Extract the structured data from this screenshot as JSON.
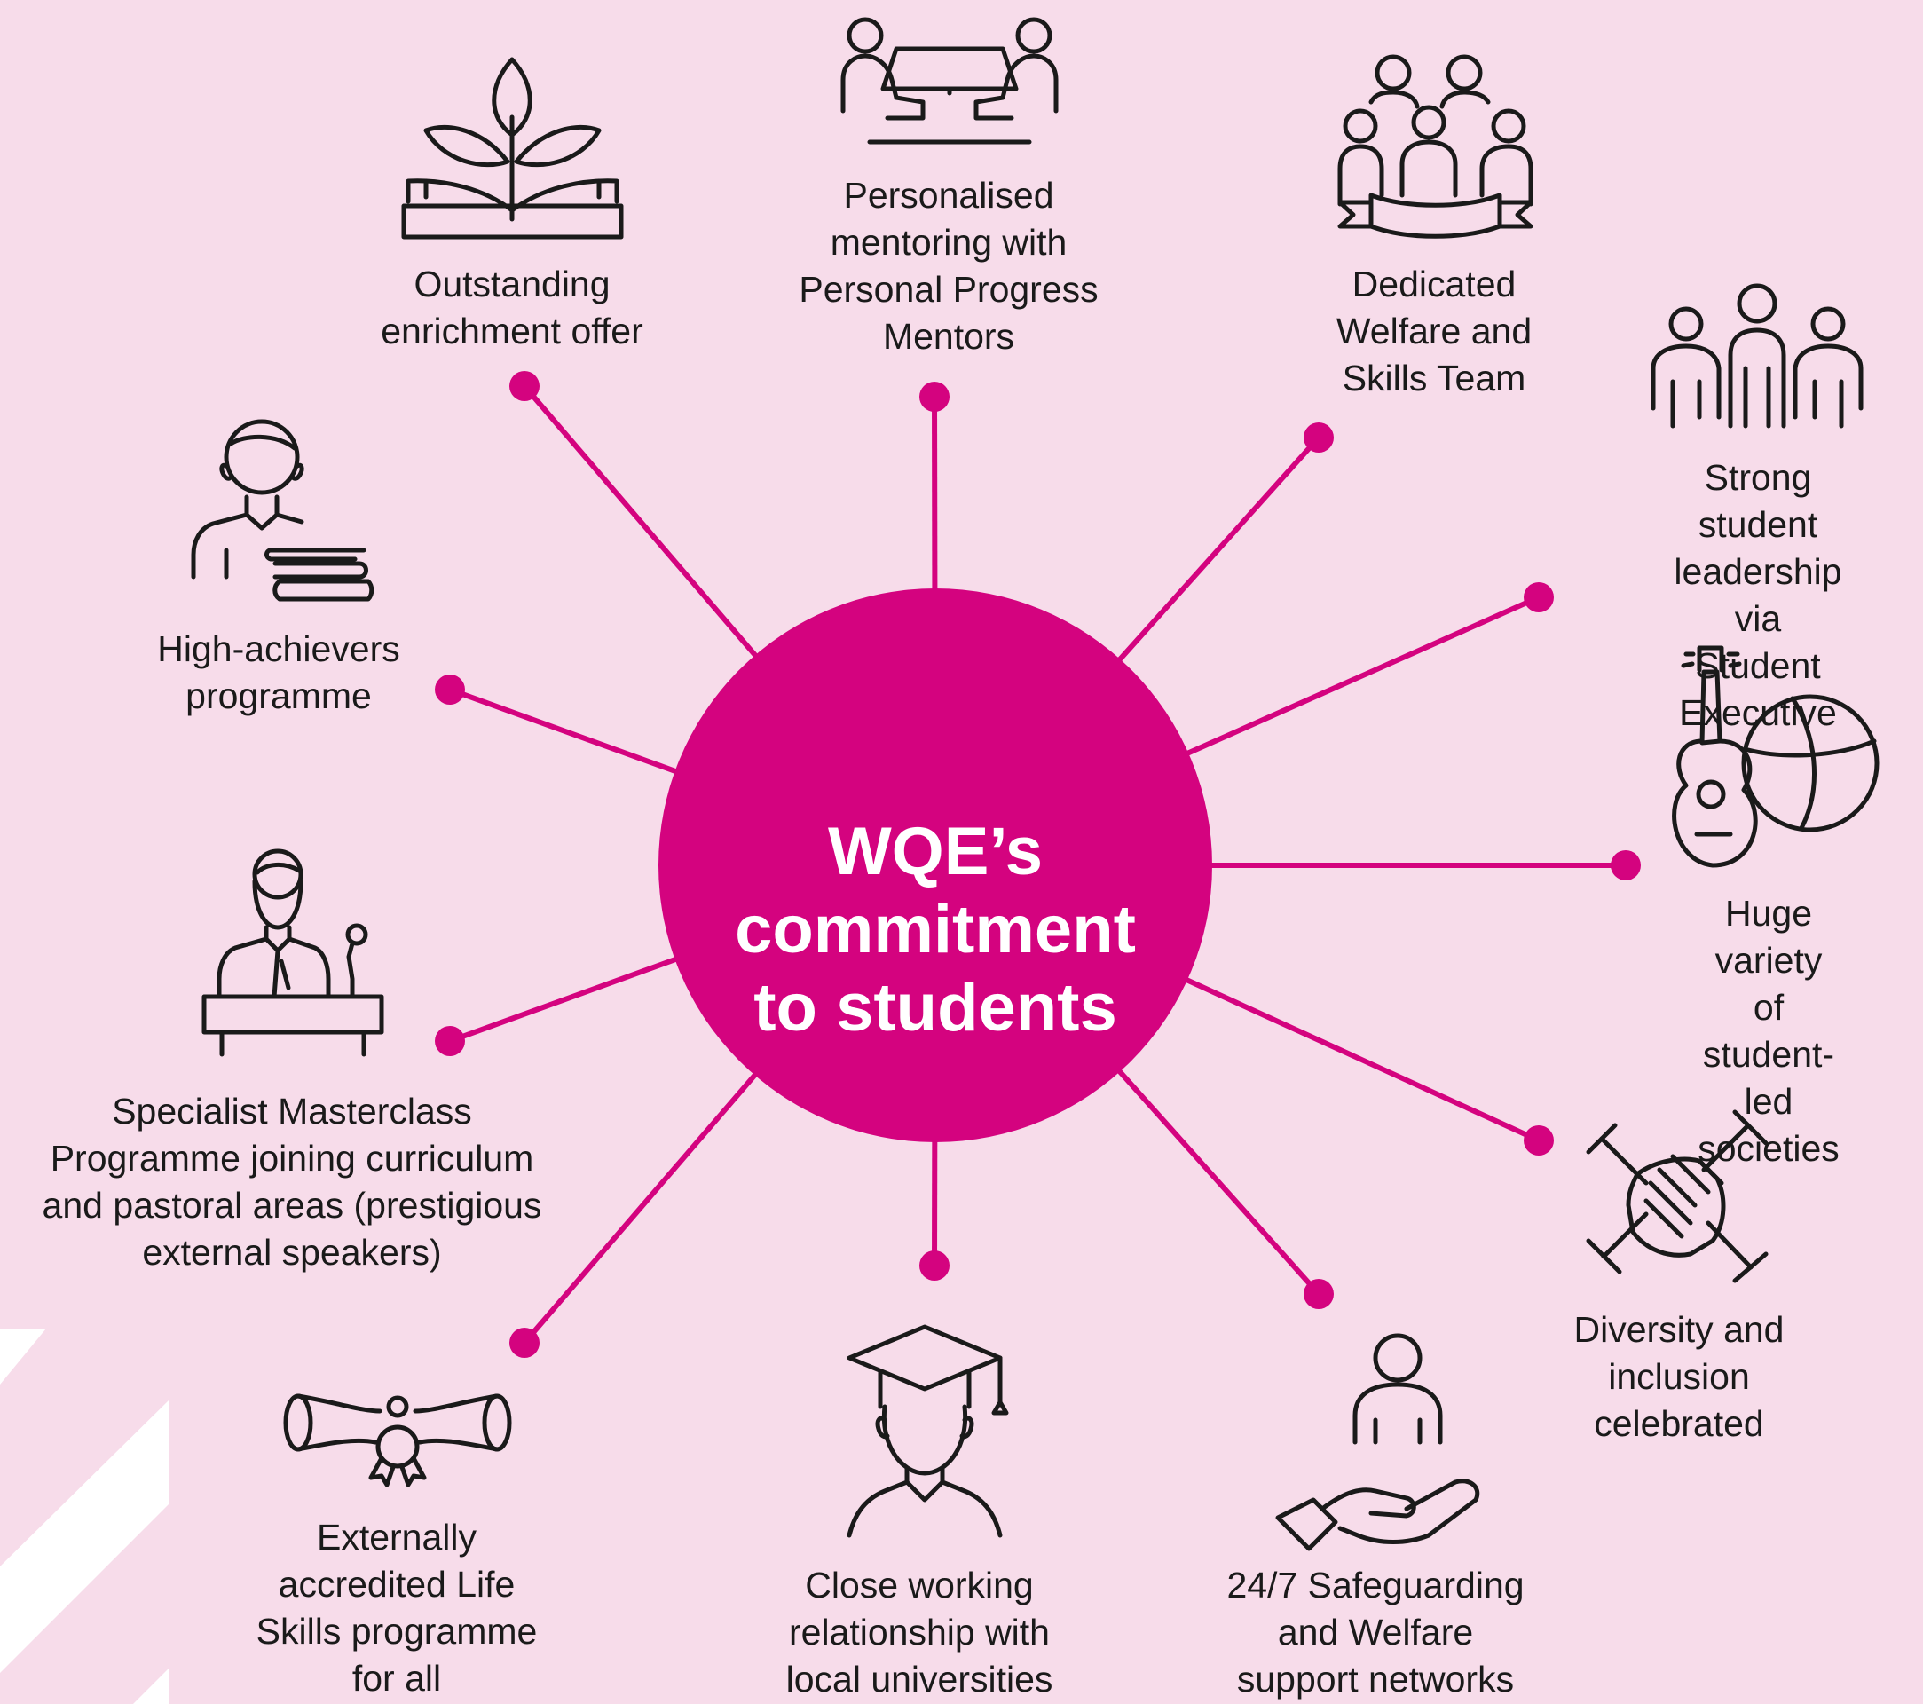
{
  "colors": {
    "background": "#f7dcea",
    "accent": "#d4037f",
    "text": "#1a1a1a",
    "center_text": "#ffffff"
  },
  "center": {
    "title": "WQE’s\ncommitment\nto students"
  },
  "items": [
    {
      "id": "enrichment",
      "icon": "plant-book-icon",
      "label": "Outstanding\nenrichment offer"
    },
    {
      "id": "mentoring",
      "icon": "meeting-table-icon",
      "label": "Personalised\nmentoring with\nPersonal Progress\nMentors"
    },
    {
      "id": "welfare",
      "icon": "team-group-icon",
      "label": "Dedicated\nWelfare and\nSkills Team"
    },
    {
      "id": "leadership",
      "icon": "three-people-icon",
      "label": "Strong student\nleadership via\nStudent Executive"
    },
    {
      "id": "societies",
      "icon": "guitar-ball-icon",
      "label": "Huge variety\nof student-led\nsocieties"
    },
    {
      "id": "diversity",
      "icon": "joined-hands-icon",
      "label": "Diversity and\ninclusion\ncelebrated"
    },
    {
      "id": "safeguarding",
      "icon": "hand-person-icon",
      "label": "24/7 Safeguarding\nand Welfare\nsupport networks"
    },
    {
      "id": "universities",
      "icon": "graduate-icon",
      "label": "Close working\nrelationship with\nlocal universities"
    },
    {
      "id": "lifeskills",
      "icon": "diploma-icon",
      "label": "Externally\naccredited Life\nSkills programme\nfor all"
    },
    {
      "id": "masterclass",
      "icon": "speaker-podium-icon",
      "label": "Specialist Masterclass\nProgramme joining curriculum\nand pastoral areas (prestigious\nexternal speakers)"
    },
    {
      "id": "highachievers",
      "icon": "student-books-icon",
      "label": "High-achievers\nprogramme"
    }
  ]
}
